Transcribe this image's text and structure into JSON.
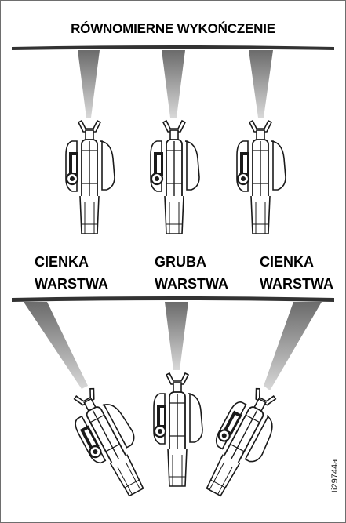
{
  "title": "RÓWNOMIERNE WYKOŃCZENIE",
  "labels": [
    {
      "line1": "CIENKA",
      "line2": "WARSTWA"
    },
    {
      "line1": "GRUBA",
      "line2": "WARSTWA"
    },
    {
      "line1": "CIENKA",
      "line2": "WARSTWA"
    }
  ],
  "figure_id": "ti29744a",
  "top_row": {
    "orientation": "perpendicular",
    "sprayers": 3
  },
  "bottom_row": {
    "orientation": "arced",
    "sprayers": 3
  },
  "colors": {
    "divider": "#333333",
    "fan": "#999999",
    "line": "#1a1a1a"
  }
}
